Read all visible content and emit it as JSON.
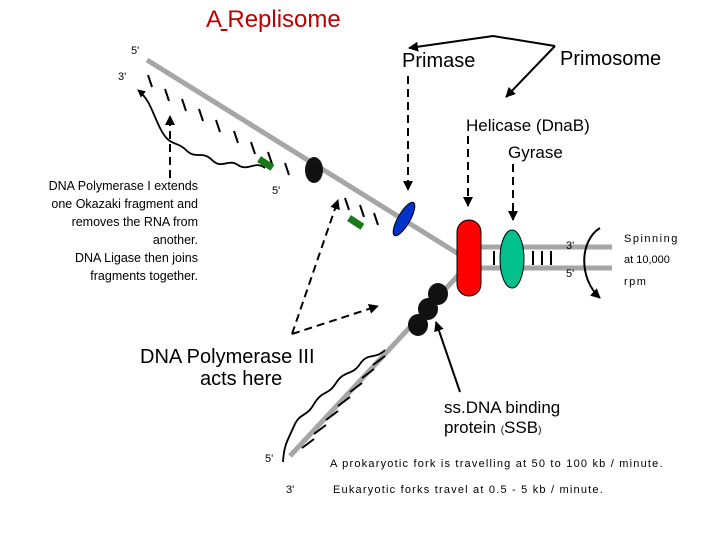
{
  "title": {
    "prefix": "A",
    "main": "Replisome"
  },
  "labels": {
    "primase": "Primase",
    "primosome": "Primosome",
    "helicase": "Helicase (DnaB)",
    "gyrase": "Gyrase",
    "pol1": [
      "DNA Polymerase I extends",
      "one Okazaki fragment and",
      "removes the RNA from",
      "another.",
      "DNA Ligase then joins",
      "fragments together."
    ],
    "pol3_line1": "DNA Polymerase III",
    "pol3_line2": "acts here",
    "ssb_line1": "ss.DNA binding",
    "ssb_line2_a": "protein ",
    "ssb_line2_b": "(",
    "ssb_line2_c": "SSB",
    "ssb_line2_d": ")",
    "spin1": "Spinning",
    "spin2": "at 10,000",
    "spin3": "rpm",
    "prokaryotic": "A prokaryotic fork is travelling at 50 to 100 kb / minute.",
    "eukaryotic": "Eukaryotic forks travel at 0.5 - 5 kb / minute."
  },
  "strand_ends": {
    "top_5": "5'",
    "top_3": "3'",
    "mid_5": "5'",
    "right_3": "3'",
    "right_5": "5'",
    "bottom_5": "5'",
    "bottom_3": "3'"
  },
  "colors": {
    "title": "#c00000",
    "strand": "#a6a6a6",
    "helicase": "#ff0000",
    "gyrase": "#00c08c",
    "primase": "#0033cc",
    "rna_primer": "#1a7a1a",
    "ssb": "#111111"
  }
}
